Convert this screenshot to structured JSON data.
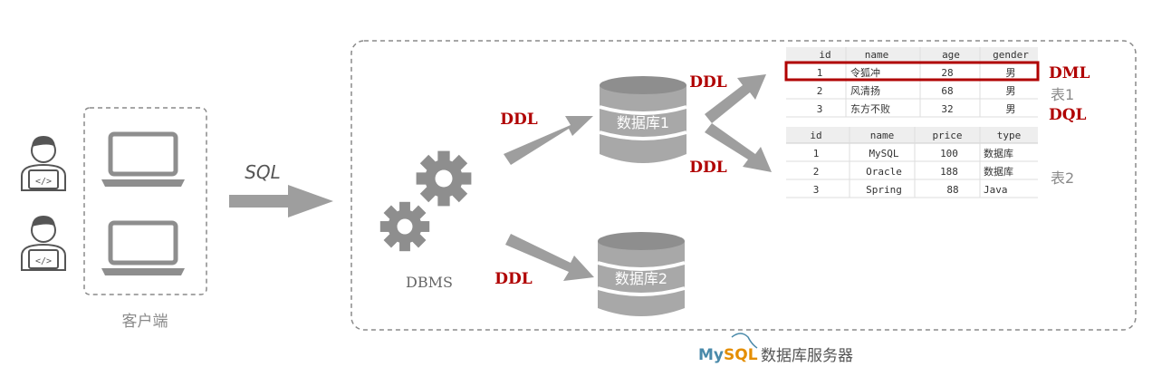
{
  "client": {
    "label": "客户端"
  },
  "arrows": {
    "sql_label": "SQL",
    "ddl_label": "DDL",
    "dml_label": "DML",
    "dql_label": "DQL"
  },
  "dbms": {
    "label": "DBMS"
  },
  "databases": [
    {
      "label": "数据库1"
    },
    {
      "label": "数据库2"
    }
  ],
  "table1": {
    "label": "表1",
    "columns": [
      "id",
      "name",
      "age",
      "gender"
    ],
    "rows": [
      [
        "1",
        "令狐冲",
        "28",
        "男"
      ],
      [
        "2",
        "风清扬",
        "68",
        "男"
      ],
      [
        "3",
        "东方不败",
        "32",
        "男"
      ]
    ]
  },
  "table2": {
    "label": "表2",
    "columns": [
      "id",
      "name",
      "price",
      "type"
    ],
    "rows": [
      [
        "1",
        "MySQL",
        "100",
        "数据库"
      ],
      [
        "2",
        "Oracle",
        "188",
        "数据库"
      ],
      [
        "3",
        "Spring",
        "88",
        "Java"
      ]
    ]
  },
  "server": {
    "logo": "MySQL",
    "label": "数据库服务器"
  },
  "colors": {
    "accent_red": "#b00000",
    "gray": "#9a9a9a",
    "dark_gray": "#7a7a7a"
  }
}
